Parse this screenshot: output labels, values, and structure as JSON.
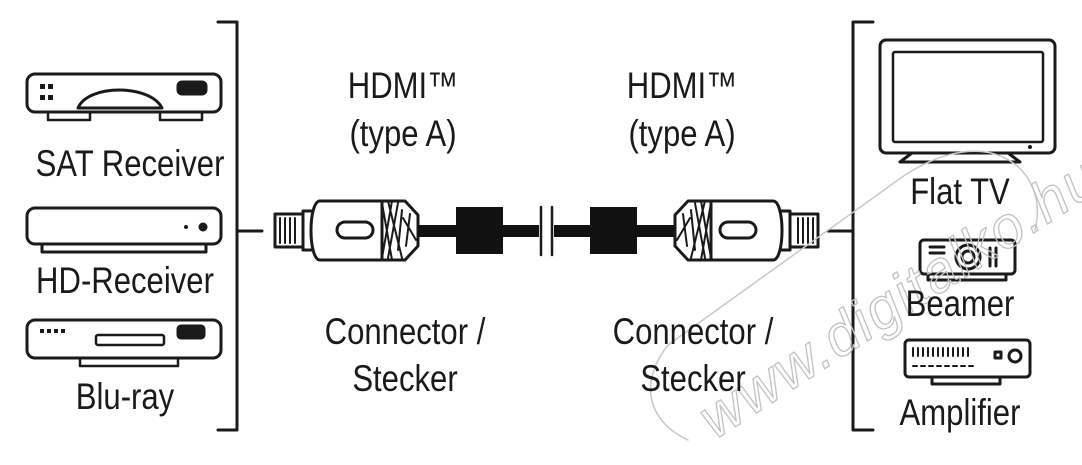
{
  "source_devices": [
    "SAT Receiver",
    "HD-Receiver",
    "Blu-ray"
  ],
  "target_devices": [
    "Flat TV",
    "Beamer",
    "Amplifier"
  ],
  "connector_left": {
    "type_line1": "HDMI™",
    "type_line2": "(type A)",
    "name_line1": "Connector /",
    "name_line2": "Stecker"
  },
  "connector_right": {
    "type_line1": "HDMI™",
    "type_line2": "(type A)",
    "name_line1": "Connector /",
    "name_line2": "Stecker"
  },
  "watermark": "www.digitalko.hu",
  "colors": {
    "line": "#1a1a1a",
    "cable": "#111111",
    "background": "#ffffff"
  }
}
